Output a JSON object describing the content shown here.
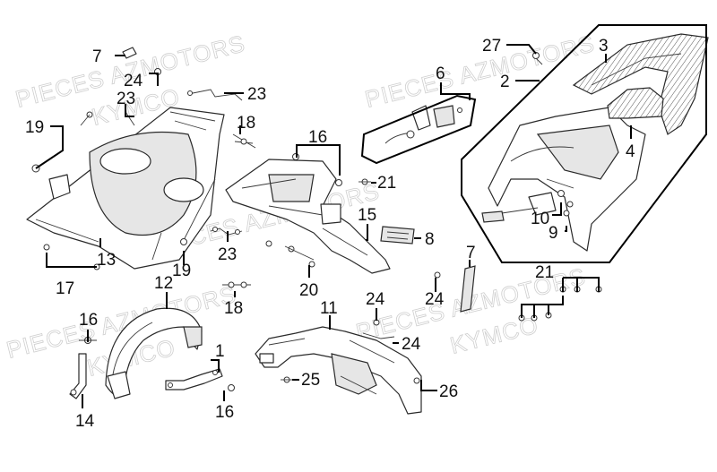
{
  "watermark": {
    "line_a": "PIECES AZMOTORS",
    "line_b": "KYMCO"
  },
  "callouts": {
    "c2": "2",
    "c3": "3",
    "c4": "4",
    "c6": "6",
    "c7a": "7",
    "c7b": "7",
    "c8": "8",
    "c9": "9",
    "c10": "10",
    "c1": "1",
    "c11": "11",
    "c12": "12",
    "c13": "13",
    "c14": "14",
    "c15": "15",
    "c16a": "16",
    "c16b": "16",
    "c16c": "16",
    "c17": "17",
    "c18a": "18",
    "c18b": "18",
    "c19a": "19",
    "c19b": "19",
    "c20": "20",
    "c21a": "21",
    "c21b": "21",
    "c23a": "23",
    "c23b": "23",
    "c23c": "23",
    "c24a": "24",
    "c24b": "24",
    "c24c": "24",
    "c24d": "24",
    "c25": "25",
    "c26": "26",
    "c27": "27"
  }
}
